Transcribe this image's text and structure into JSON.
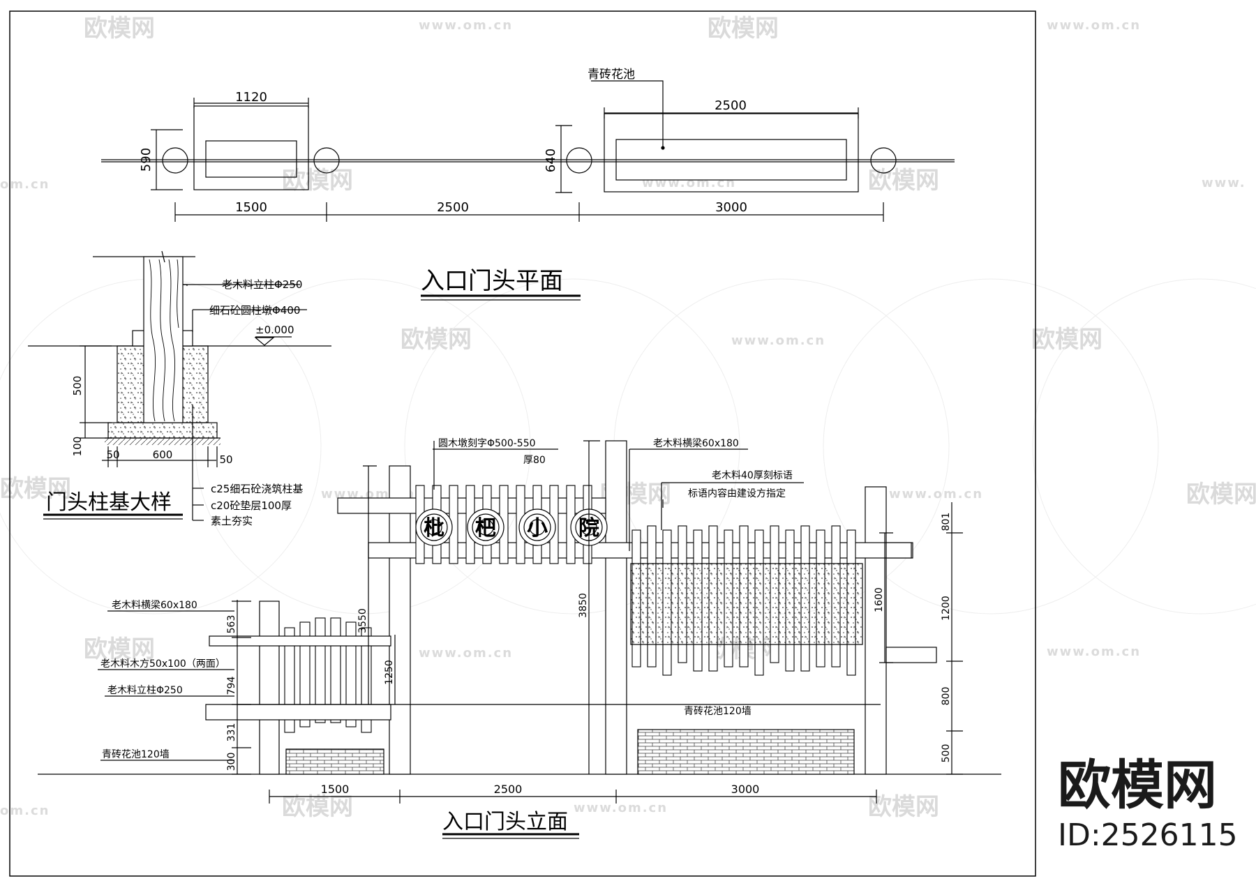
{
  "watermark": {
    "text": "欧模网",
    "url": "www.om.cn",
    "url_cut": "om.cn",
    "url_cut2": "www."
  },
  "brand": {
    "name": "欧模网",
    "id": "ID:2526115"
  },
  "plan": {
    "title": "入口门头平面",
    "dims": {
      "w1120": "1120",
      "w2500top": "2500",
      "h590": "590",
      "h640": "640",
      "b1500": "1500",
      "b2500": "2500",
      "b3000": "3000"
    },
    "label_planter": "青砖花池"
  },
  "detail": {
    "title": "门头柱基大样",
    "labels": {
      "post": "老木料立柱Φ250",
      "pier": "细石砼圆柱墩Φ400",
      "level": "±0.000",
      "base": "c25细石砼浇筑柱基",
      "pad": "c20砼垫层100厚",
      "soil": "素土夯实"
    },
    "dims": {
      "d500": "500",
      "d100": "100",
      "d50a": "50",
      "d600": "600",
      "d50b": "50"
    }
  },
  "elevation": {
    "title": "入口门头立面",
    "sign_chars": [
      "枇",
      "杷",
      "小",
      "院"
    ],
    "labels": {
      "disc": "圆木墩刻字Φ500-550",
      "disc_thk": "厚80",
      "beam_right": "老木料横梁60x180",
      "slogan": "老木料40厚刻标语",
      "slogan2": "标语内容由建设方指定",
      "beam_left": "老木料横梁60x180",
      "timber": "老木料木方50x100（两面）",
      "post": "老木料立柱Φ250",
      "planter_left": "青砖花池120墙",
      "planter_right": "青砖花池120墙"
    },
    "dims": {
      "d563": "563",
      "d794": "794",
      "d331": "331",
      "d300": "300",
      "d3550": "3550",
      "d1250": "1250",
      "d3850": "3850",
      "d1600": "1600",
      "d801": "801",
      "d1200": "1200",
      "d800": "800",
      "d500": "500",
      "b1500": "1500",
      "b2500": "2500",
      "b3000": "3000"
    }
  }
}
